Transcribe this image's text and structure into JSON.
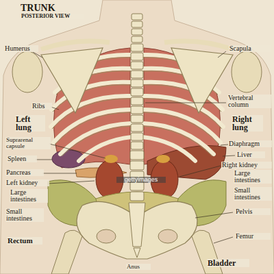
{
  "diagram": {
    "title": "TRUNK",
    "labels": [
      "POSTERIOR VIEW",
      "Humerus",
      "Scapula",
      "Ribs",
      "Vertebral column",
      "Left lung",
      "Right lung",
      "Diaphragm",
      "Suprarenal capsule",
      "Liver",
      "Spleen",
      "Right kidney",
      "Pancreas",
      "Large intestines",
      "Left kidney",
      "Large intestines",
      "Small intestines",
      "Small intestines",
      "Pelvis",
      "Rectum",
      "Femur",
      "Anus",
      "Bladder",
      "gettyimages"
    ]
  }
}
